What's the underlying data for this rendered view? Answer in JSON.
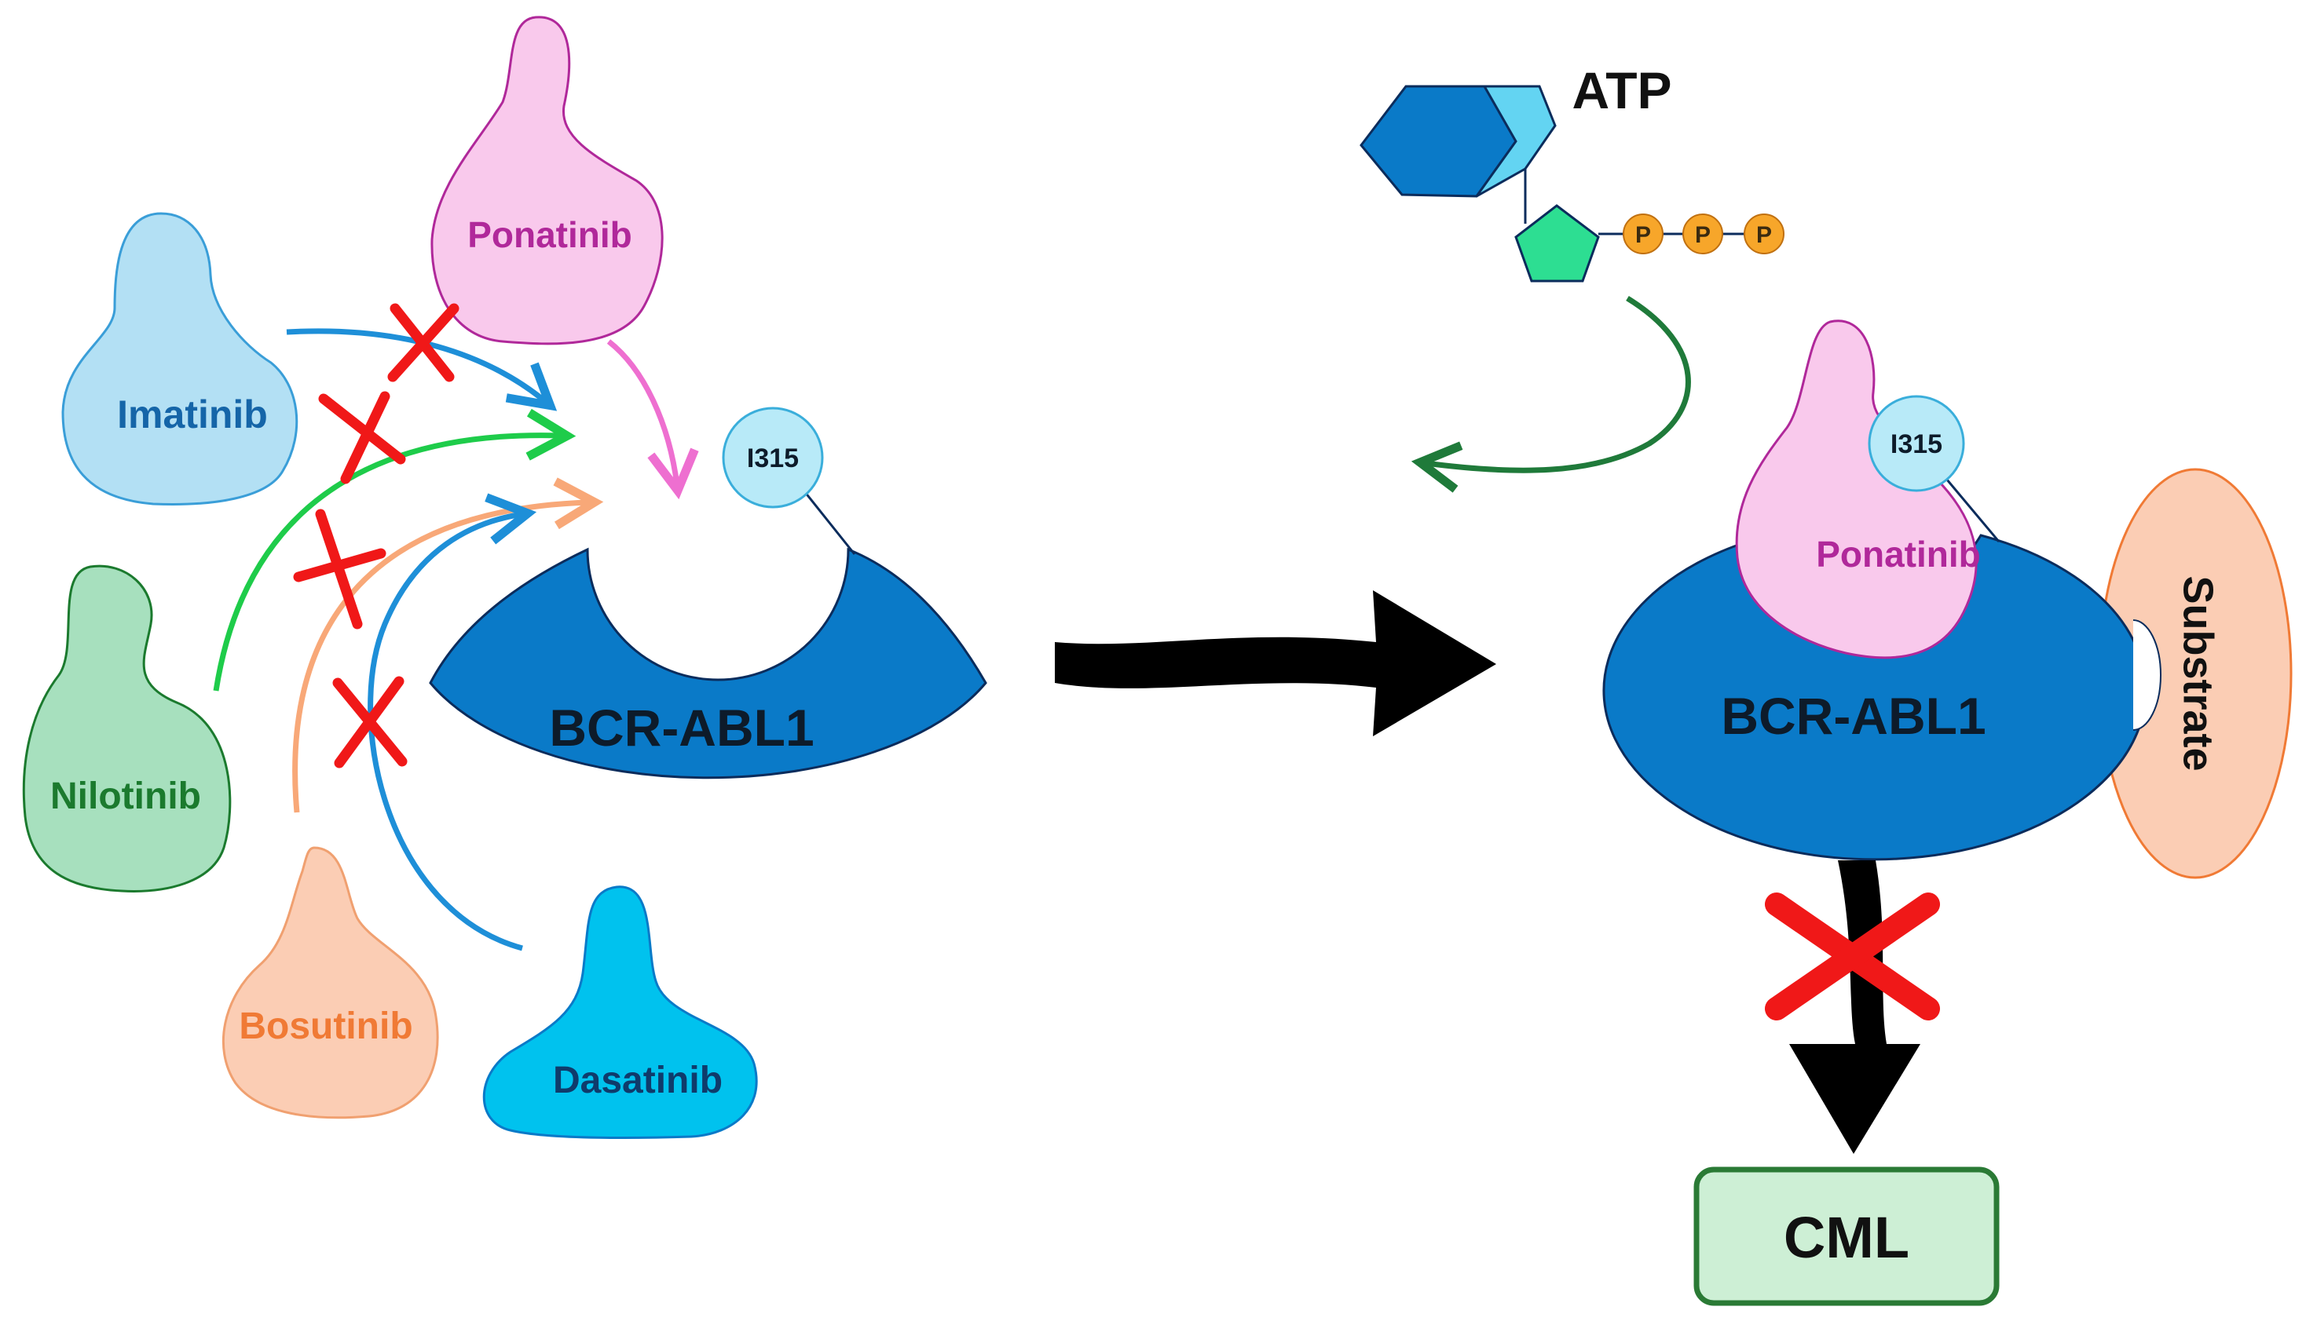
{
  "drugs": {
    "ponatinib": "Ponatinib",
    "imatinib": "Imatinib",
    "nilotinib": "Nilotinib",
    "bosutinib": "Bosutinib",
    "dasatinib": "Dasatinib"
  },
  "left": {
    "enzyme": "BCR-ABL1",
    "residue": "I315"
  },
  "right": {
    "enzyme": "BCR-ABL1",
    "residue": "I315",
    "bound_drug": "Ponatinib",
    "substrate": "Substrate"
  },
  "atp": {
    "label": "ATP",
    "phosphates": [
      "P",
      "P",
      "P"
    ]
  },
  "outcome": "CML",
  "colors": {
    "enzyme": "#0A7AC8",
    "ponatinib_fill": "#F9C9EC",
    "ponatinib_text": "#B0289A",
    "imatinib_fill": "#B3E0F4",
    "imatinib_text": "#1565A8",
    "nilotinib_fill": "#A7E0BE",
    "nilotinib_text": "#1B7A2E",
    "bosutinib_fill": "#FBCDB4",
    "bosutinib_text": "#F07A35",
    "dasatinib_fill": "#00C2EE",
    "dasatinib_text": "#0F3B6B",
    "block_cross": "#F01818",
    "cml_fill": "#CDEFD5",
    "cml_border": "#2A7A35"
  }
}
